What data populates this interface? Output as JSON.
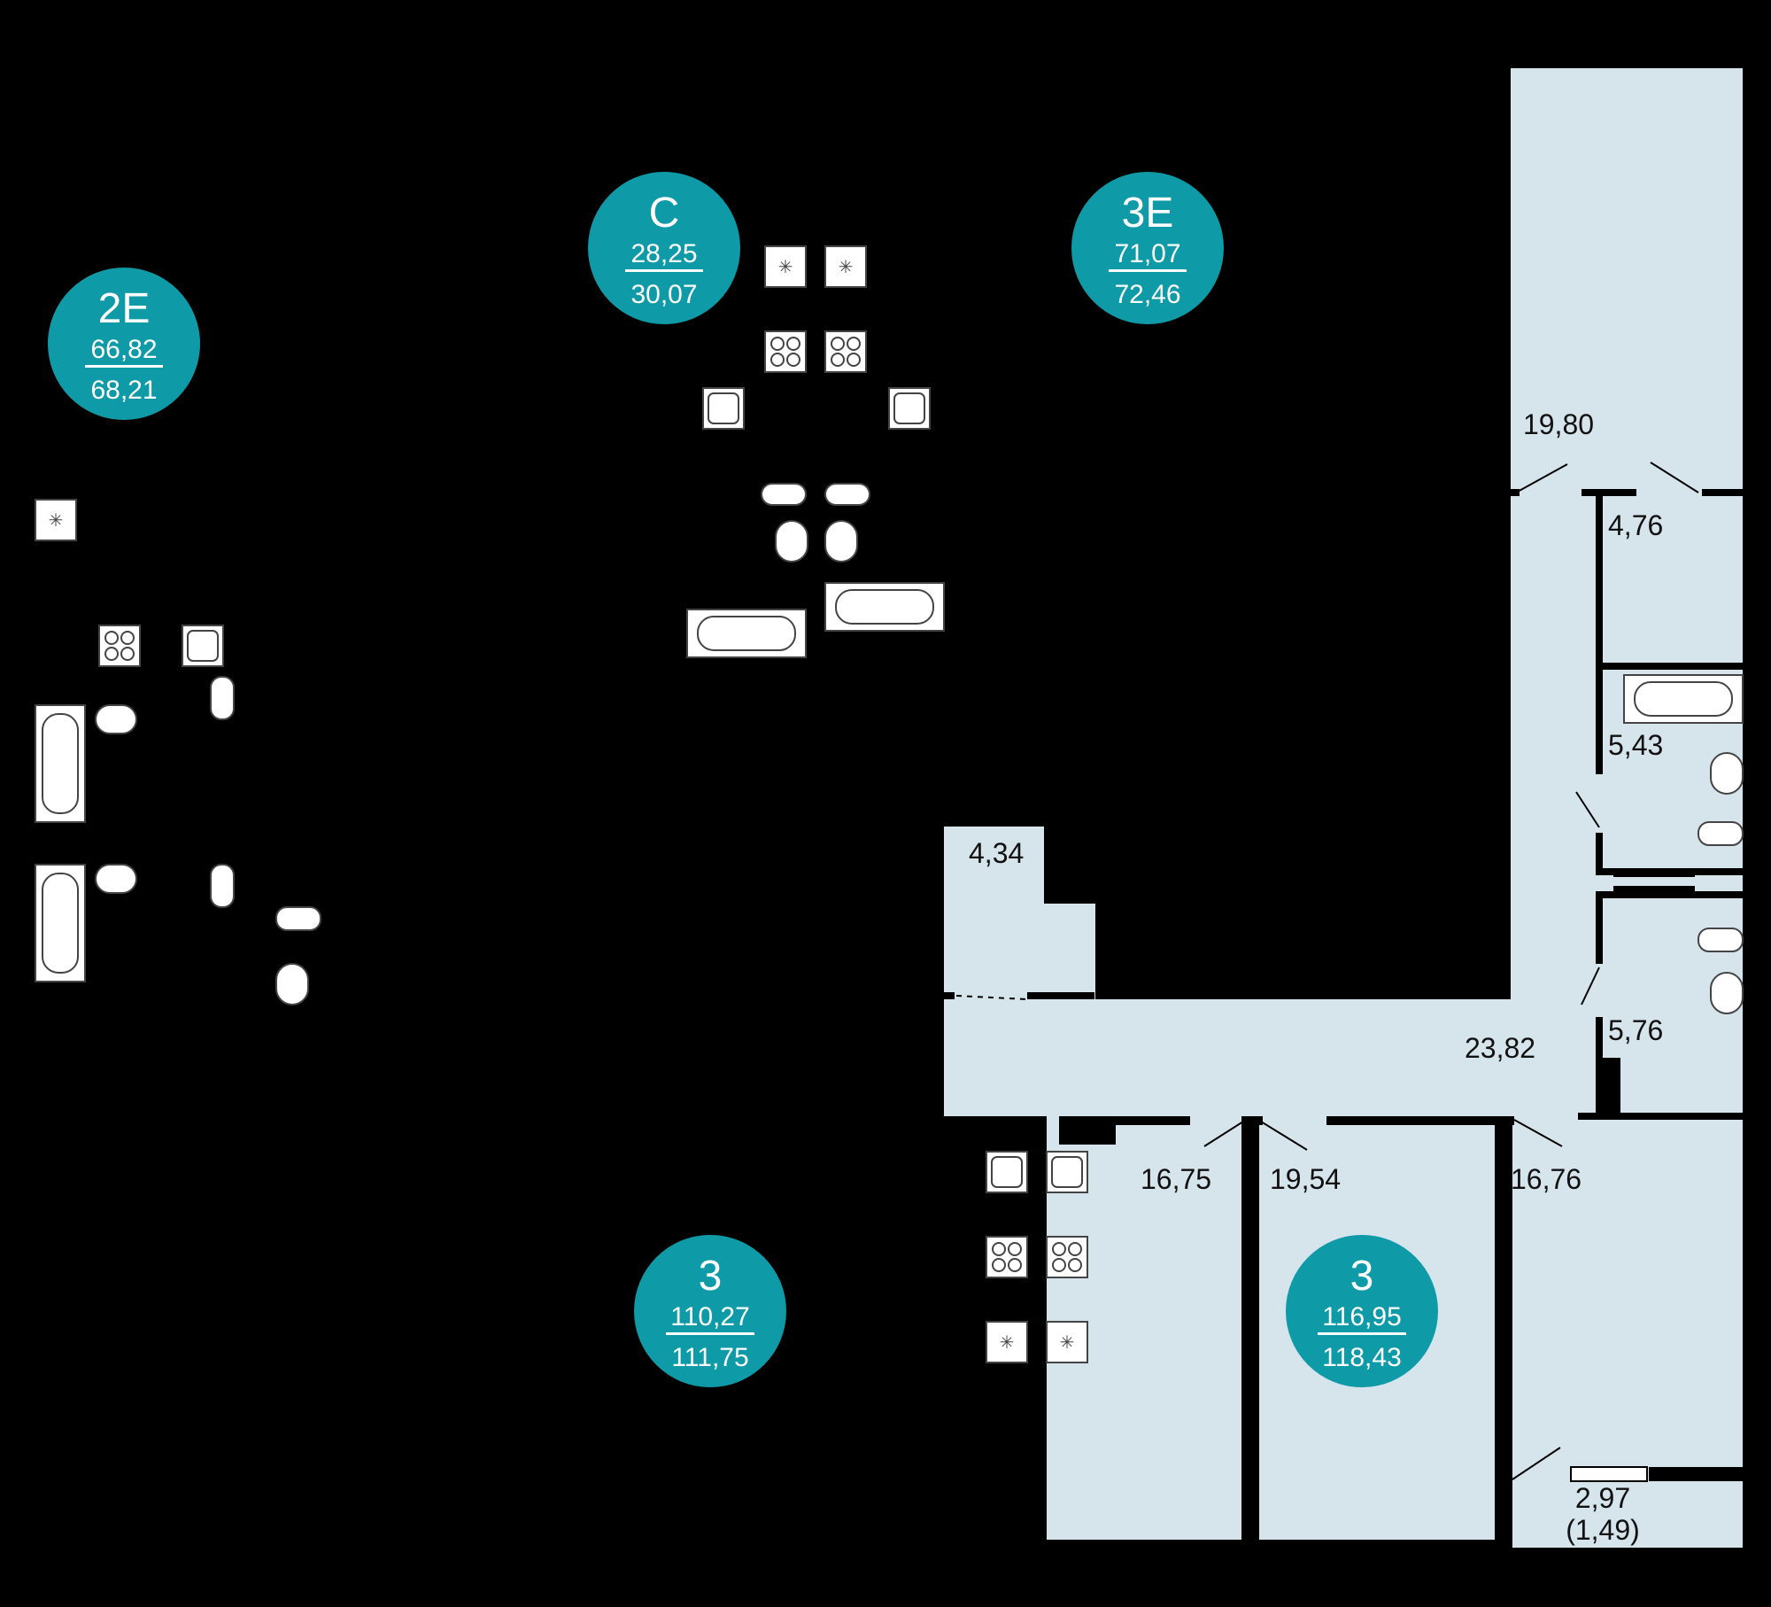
{
  "colors": {
    "background": "#000000",
    "room_fill": "#d6e4ec",
    "wall": "#000000",
    "badge": "#0f9aa8",
    "badge_text": "#ffffff",
    "fixture_fill": "#ffffff",
    "fixture_stroke": "#444444"
  },
  "badges": {
    "b2e": {
      "name": "2E",
      "living": "66,82",
      "total": "68,21"
    },
    "bc": {
      "name": "C",
      "living": "28,25",
      "total": "30,07"
    },
    "b3e": {
      "name": "3E",
      "living": "71,07",
      "total": "72,46"
    },
    "b3a": {
      "name": "3",
      "living": "110,27",
      "total": "111,75"
    },
    "b3b": {
      "name": "3",
      "living": "116,95",
      "total": "118,43"
    }
  },
  "rooms": {
    "r1980": "19,80",
    "r476": "4,76",
    "r543": "5,43",
    "r434": "4,34",
    "r2382": "23,82",
    "r576": "5,76",
    "r1675": "16,75",
    "r1954": "19,54",
    "r1676": "16,76",
    "r297": "2,97",
    "r149": "(1,49)"
  },
  "icons": {
    "ventilation": "ventilation-icon",
    "stove": "stove-icon",
    "sink": "sink-icon",
    "toilet": "toilet-icon",
    "washbasin": "washbasin-icon",
    "bathtub": "bathtub-icon",
    "door_swing": "door-swing-icon",
    "radiator": "radiator-icon"
  }
}
